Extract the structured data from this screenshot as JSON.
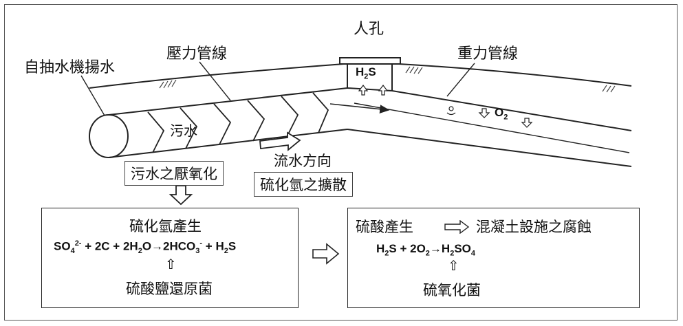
{
  "labels": {
    "self_pump": "自抽水機揚水",
    "pressure_pipe": "壓力管線",
    "manhole": "人孔",
    "gravity_pipe": "重力管線",
    "sewage": "污水",
    "flow_direction": "流水方向",
    "h2s_manhole": "H2S",
    "o2": "O2"
  },
  "tags": {
    "anaerobic": "污水之厭氧化",
    "diffusion": "硫化氫之擴散"
  },
  "left_box": {
    "title": "硫化氫產生",
    "bacteria": "硫酸鹽還原菌"
  },
  "right_box": {
    "title_a": "硫酸產生",
    "title_b": "混凝土設施之腐蝕",
    "bacteria": "硫氧化菌"
  }
}
